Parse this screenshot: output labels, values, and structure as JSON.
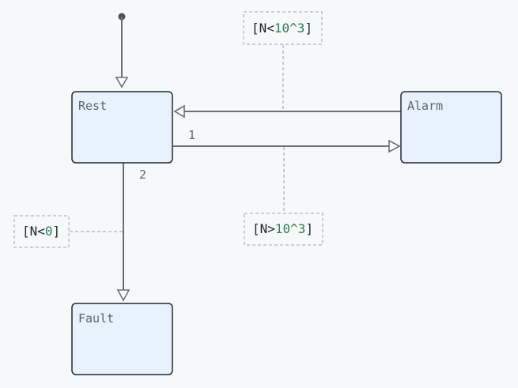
{
  "states": {
    "rest": "Rest",
    "alarm": "Alarm",
    "fault": "Fault"
  },
  "transitions": {
    "rest_to_alarm_label": "1",
    "rest_to_fault_label": "2"
  },
  "guards": {
    "top": {
      "open": "[N<",
      "num": "10^3",
      "close": "]"
    },
    "bottom": {
      "open": "[N>",
      "num": "10^3",
      "close": "]"
    },
    "left": {
      "open": "[N<",
      "num": "0",
      "close": "]"
    }
  },
  "colors": {
    "background": "#f7f8fa",
    "state_fill": "#e8f2fc",
    "state_stroke": "#24292f",
    "edge": "#6b6e78",
    "guard_number": "#2e7d52"
  }
}
